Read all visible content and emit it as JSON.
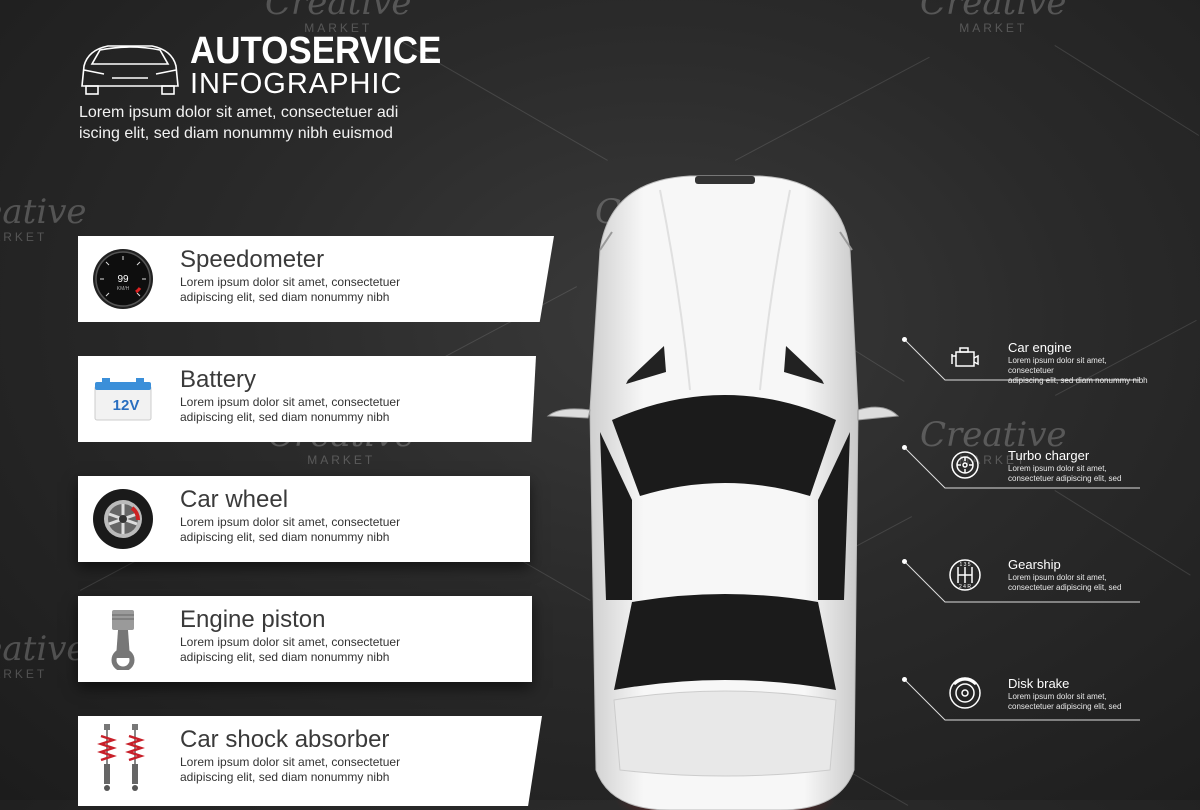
{
  "header": {
    "title_line1": "AUTOSERVICE",
    "title_line2": "INFOGRAPHIC",
    "description_line1": "Lorem ipsum dolor sit amet, consectetuer adi",
    "description_line2": "iscing elit, sed diam nonummy nibh euismod"
  },
  "watermark": {
    "brand": "Creative",
    "sub": "MARKET"
  },
  "left_items": [
    {
      "title": "Speedometer",
      "text_line1": "Lorem ipsum dolor sit amet, consectetuer",
      "text_line2": "adipiscing elit, sed diam nonummy nibh",
      "icon": "speedometer-icon",
      "gauge_value": "99",
      "gauge_unit": "KM/H"
    },
    {
      "title": "Battery",
      "text_line1": "Lorem ipsum dolor sit amet, consectetuer",
      "text_line2": "adipiscing elit, sed diam nonummy nibh",
      "icon": "battery-icon",
      "battery_label": "12V"
    },
    {
      "title": "Car wheel",
      "text_line1": "Lorem ipsum dolor sit amet, consectetuer",
      "text_line2": "adipiscing elit, sed diam nonummy nibh",
      "icon": "wheel-icon"
    },
    {
      "title": "Engine piston",
      "text_line1": "Lorem ipsum dolor sit amet, consectetuer",
      "text_line2": "adipiscing elit, sed diam nonummy nibh",
      "icon": "piston-icon"
    },
    {
      "title": "Car shock absorber",
      "text_line1": "Lorem ipsum dolor sit amet, consectetuer",
      "text_line2": "adipiscing elit, sed diam nonummy nibh",
      "icon": "shock-absorber-icon"
    }
  ],
  "right_items": [
    {
      "title": "Car engine",
      "text_line1": "Lorem ipsum dolor sit amet, consectetuer",
      "text_line2": "adipiscing elit, sed diam nonummy nibh",
      "icon": "engine-icon"
    },
    {
      "title": "Turbo charger",
      "text_line1": "Lorem ipsum dolor sit amet,",
      "text_line2": "consectetuer adipiscing elit, sed",
      "icon": "turbo-icon"
    },
    {
      "title": "Gearship",
      "text_line1": "Lorem ipsum dolor sit amet,",
      "text_line2": "consectetuer adipiscing elit, sed",
      "icon": "gearshift-icon",
      "gear_top": "1 3 5",
      "gear_bottom": "2 4 R"
    },
    {
      "title": "Disk brake",
      "text_line1": "Lorem ipsum dolor sit amet,",
      "text_line2": "consectetuer adipiscing elit, sed",
      "icon": "disk-brake-icon"
    }
  ],
  "colors": {
    "background": "#2a2a2a",
    "card": "#ffffff",
    "battery_blue": "#3b8fd9",
    "shock_red": "#c8202a",
    "taillight_red": "#d01818"
  }
}
